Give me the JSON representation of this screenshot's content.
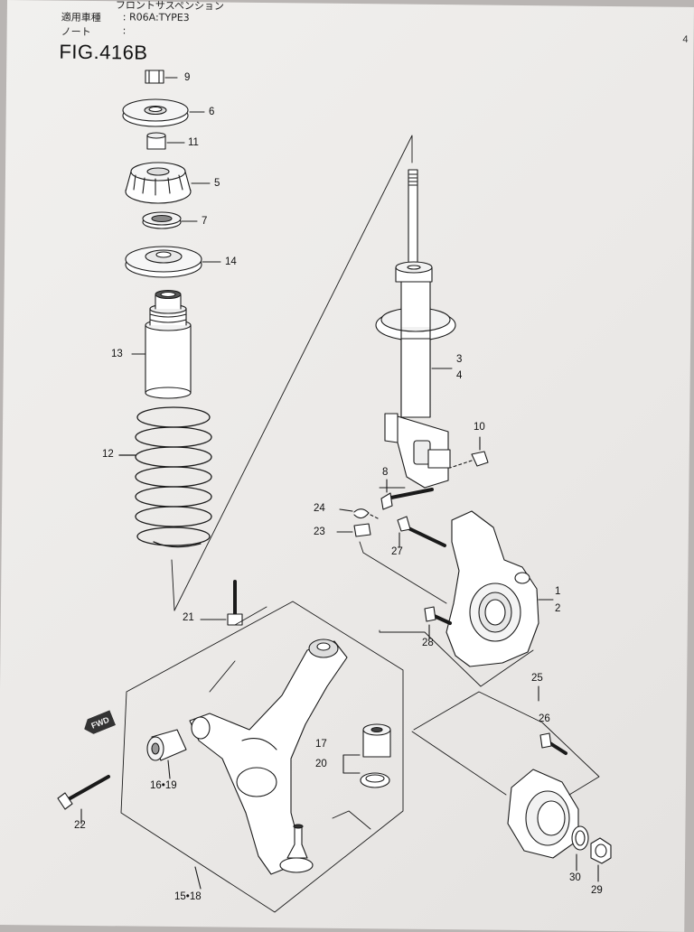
{
  "header": {
    "title_fragment": "フロントサスペンション",
    "model_label": "適用車種",
    "model_value": ": R06A:TYPE3",
    "note_label": "ノート",
    "note_value": ":",
    "page_number": "4"
  },
  "figure": {
    "id": "FIG.416B"
  },
  "callouts": {
    "c9": "9",
    "c6": "6",
    "c11": "11",
    "c5": "5",
    "c7": "7",
    "c14": "14",
    "c13": "13",
    "c12": "12",
    "c3": "3",
    "c4": "4",
    "c10": "10",
    "c8": "8",
    "c24": "24",
    "c23": "23",
    "c27": "27",
    "c1": "1",
    "c2": "2",
    "c21": "21",
    "c28": "28",
    "c25": "25",
    "c26": "26",
    "c17": "17",
    "c20": "20",
    "c16_19": "16•19",
    "c22": "22",
    "c15_18": "15•18",
    "c30": "30",
    "c29": "29"
  },
  "fwd_label": "FWD"
}
